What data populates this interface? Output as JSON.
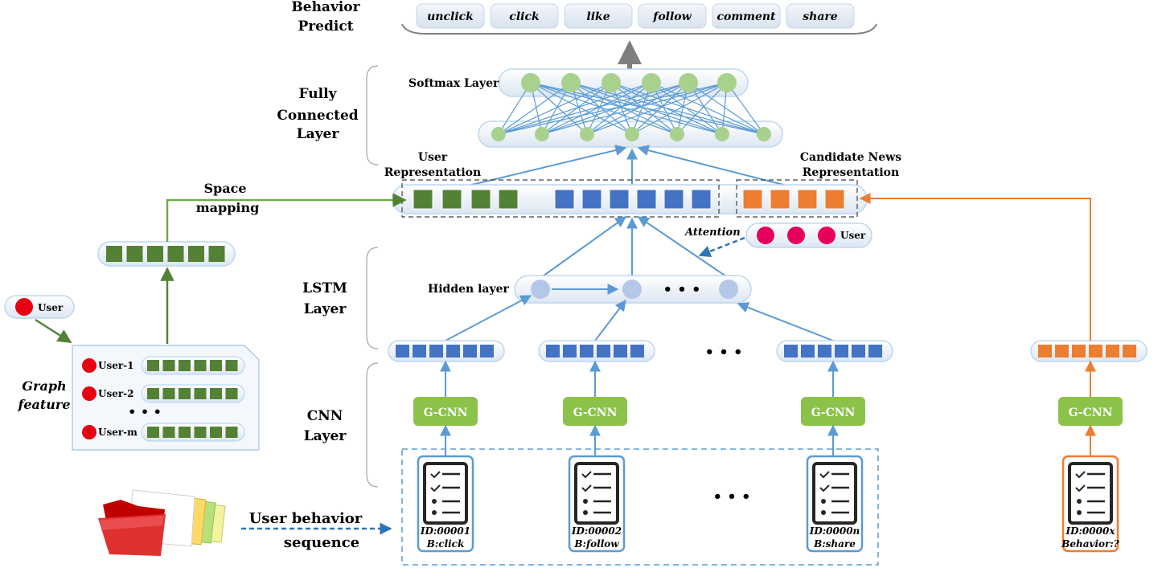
{
  "behavior": {
    "heading_line1": "Behavior",
    "heading_line2": "Predict",
    "labels": [
      "unclick",
      "click",
      "like",
      "follow",
      "comment",
      "share"
    ]
  },
  "layers": {
    "fc_line1": "Fully",
    "fc_line2": "Connected",
    "fc_line3": "Layer",
    "softmax": "Softmax Layer",
    "lstm_line1": "LSTM",
    "lstm_line2": "Layer",
    "hidden": "Hidden layer",
    "cnn_line1": "CNN",
    "cnn_line2": "Layer"
  },
  "representations": {
    "user_line1": "User",
    "user_line2": "Representation",
    "candidate_line1": "Candidate News",
    "candidate_line2": "Representation"
  },
  "attention": {
    "label": "Attention",
    "user": "User"
  },
  "space_mapping": {
    "line1": "Space",
    "line2": "mapping"
  },
  "graph": {
    "user": "User",
    "feature_line1": "Graph",
    "feature_line2": "feature",
    "users": [
      "User-1",
      "User-2",
      "User-m"
    ]
  },
  "gcnn": "G-CNN",
  "docs": [
    {
      "id": "ID:00001",
      "b": "B:click"
    },
    {
      "id": "ID:00002",
      "b": "B:follow"
    },
    {
      "id": "ID:0000n",
      "b": "B:share"
    }
  ],
  "candidate_doc": {
    "id": "ID:0000x",
    "b": "Behavior:?"
  },
  "sequence": {
    "line1": "User behavior",
    "line2": "sequence"
  },
  "ellipsis": "• • •",
  "colors": {
    "green": "#538135",
    "blue": "#4472c4",
    "orange": "#ed7d31",
    "light_green": "#a9d18e",
    "gcnn_green": "#8bc34a",
    "magenta": "#e6005c",
    "red": "#e60012",
    "node_blue": "#b4c7e7",
    "arrow_blue": "#5b9bd5",
    "gray": "#7f7f7f"
  }
}
